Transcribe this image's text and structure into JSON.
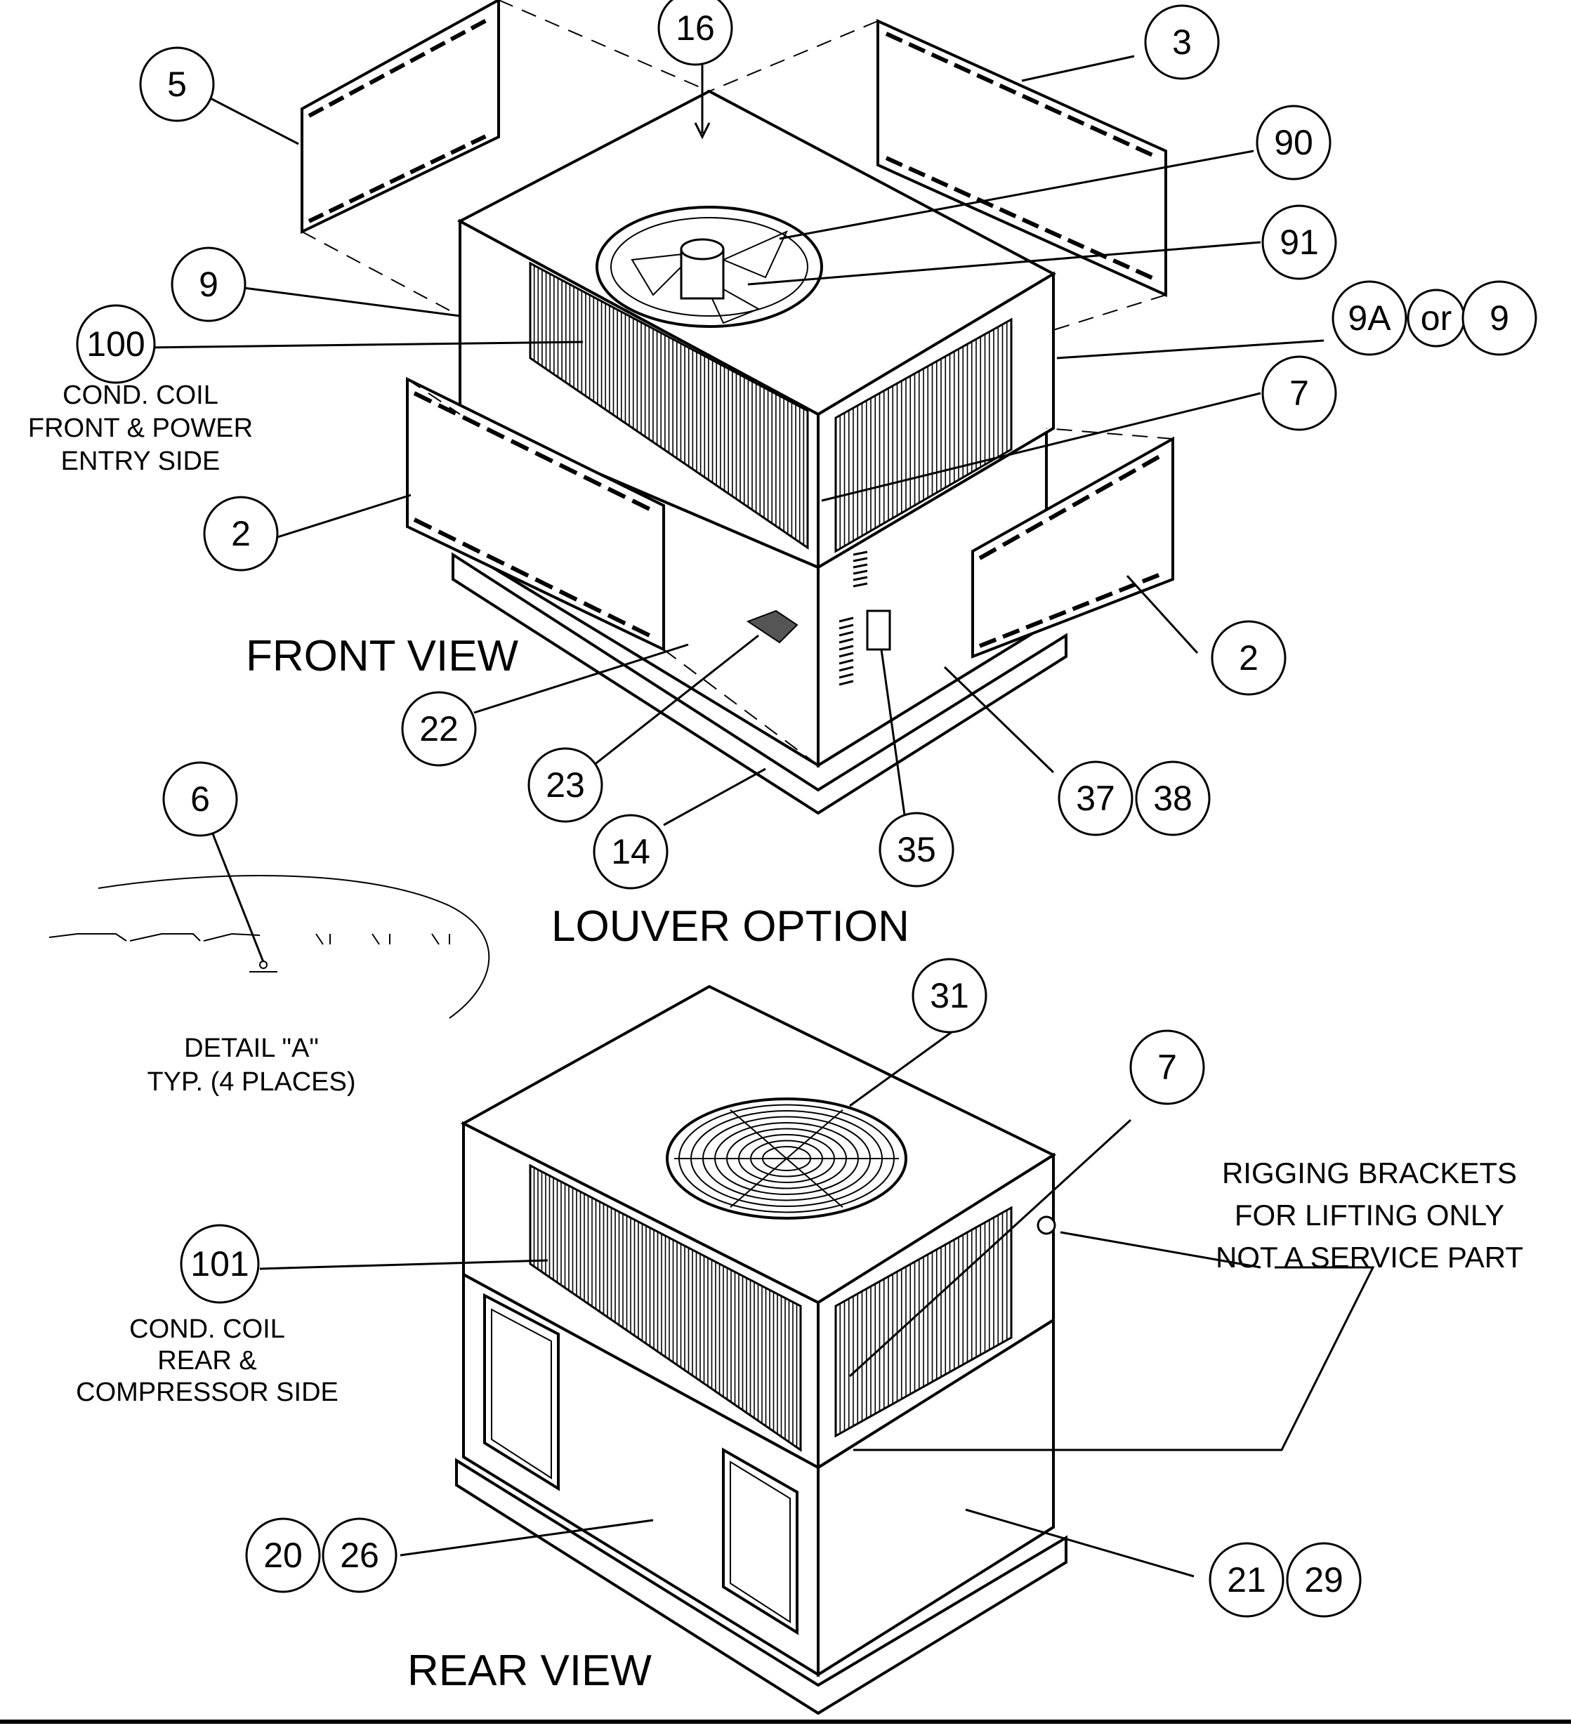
{
  "title_front": "FRONT VIEW",
  "title_louver": "LOUVER OPTION",
  "title_rear": "REAR VIEW",
  "detail_line1": "DETAIL \"A\"",
  "detail_line2": "TYP. (4 PLACES)",
  "cond_front_1": "COND. COIL",
  "cond_front_2": "FRONT & POWER",
  "cond_front_3": "ENTRY SIDE",
  "cond_rear_1": "COND. COIL",
  "cond_rear_2": "REAR &",
  "cond_rear_3": "COMPRESSOR SIDE",
  "rigging_1": "RIGGING BRACKETS",
  "rigging_2": "FOR LIFTING ONLY",
  "rigging_3": "NOT A SERVICE PART",
  "or_text": "or",
  "callouts": {
    "c16": "16",
    "c3": "3",
    "c5": "5",
    "c90": "90",
    "c91": "91",
    "c9": "9",
    "c100": "100",
    "c9a": "9A",
    "c9b": "9",
    "c7a": "7",
    "c2a": "2",
    "c2b": "2",
    "c22": "22",
    "c23": "23",
    "c37": "37",
    "c38": "38",
    "c6": "6",
    "c14": "14",
    "c35": "35",
    "c31": "31",
    "c7b": "7",
    "c101": "101",
    "c20": "20",
    "c26": "26",
    "c21": "21",
    "c29": "29"
  }
}
